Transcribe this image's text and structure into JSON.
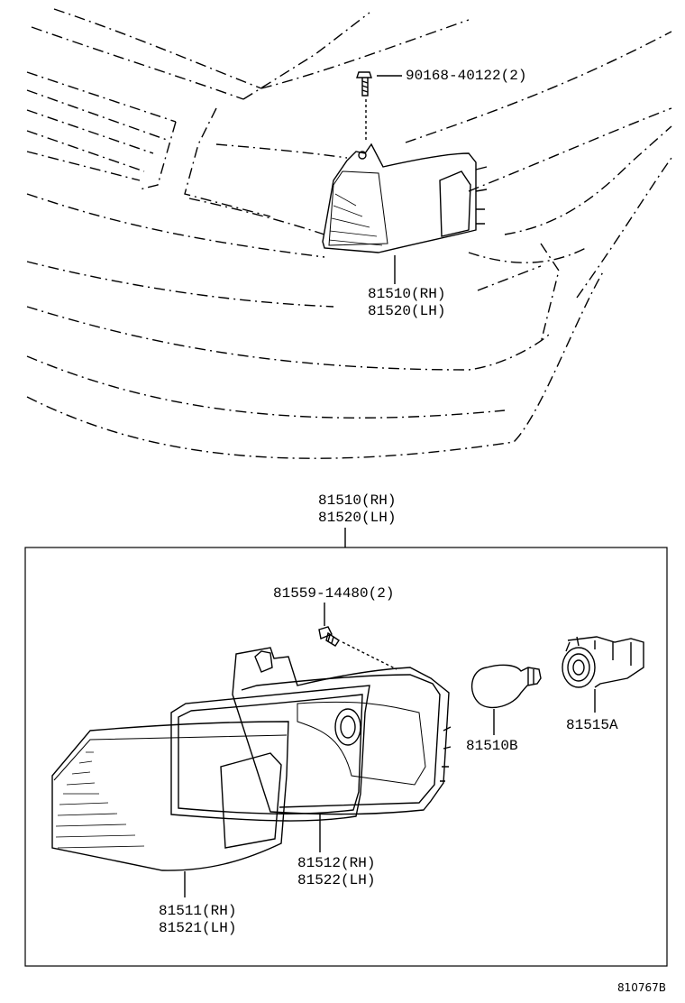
{
  "diagram": {
    "upper": {
      "screw_part": "90168-40122(2)",
      "lamp_rh": "81510(RH)",
      "lamp_lh": "81520(LH)"
    },
    "assembly": {
      "lamp_rh": "81510(RH)",
      "lamp_lh": "81520(LH)",
      "screw_part": "81559-14480(2)",
      "bulb": "81510B",
      "socket": "81515A",
      "housing_rh": "81512(RH)",
      "housing_lh": "81522(LH)",
      "lens_rh": "81511(RH)",
      "lens_lh": "81521(LH)"
    },
    "drawing_code": "810767B"
  }
}
